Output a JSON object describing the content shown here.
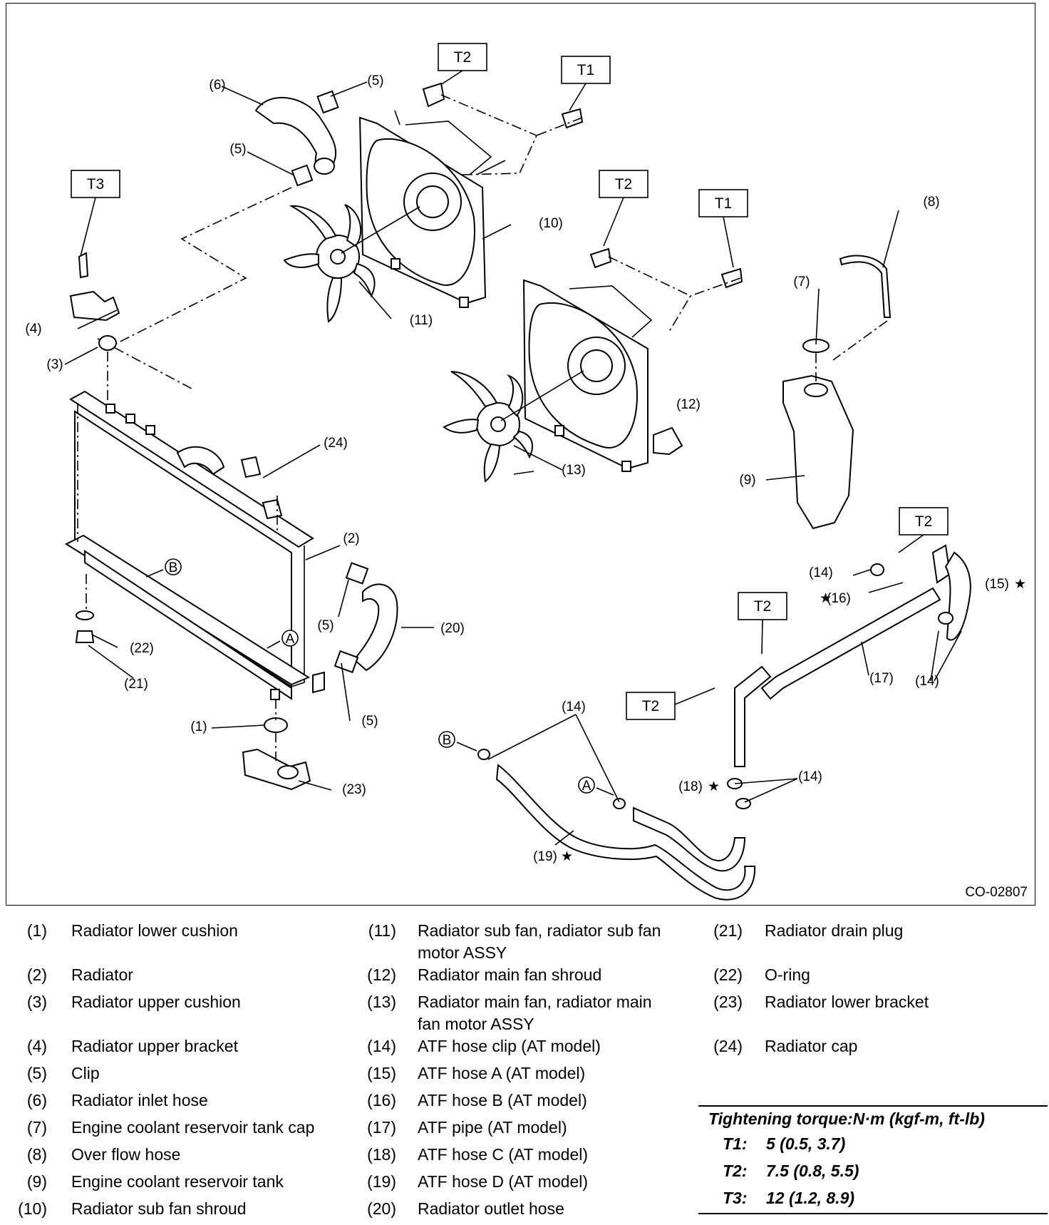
{
  "figure": {
    "code": "CO-02807",
    "torque_tags": {
      "t1": "T1",
      "t2": "T2",
      "t3": "T3"
    },
    "callouts": {
      "c1": "(1)",
      "c2": "(2)",
      "c3": "(3)",
      "c4": "(4)",
      "c5": "(5)",
      "c6": "(6)",
      "c7": "(7)",
      "c8": "(8)",
      "c9": "(9)",
      "c10": "(10)",
      "c11": "(11)",
      "c12": "(12)",
      "c13": "(13)",
      "c14": "(14)",
      "c15": "(15)",
      "c16": "(16)",
      "c17": "(17)",
      "c18": "(18)",
      "c19": "(19)",
      "c20": "(20)",
      "c21": "(21)",
      "c22": "(22)",
      "c23": "(23)",
      "c24": "(24)"
    },
    "markers": {
      "a": "A",
      "b": "B",
      "star": "★"
    }
  },
  "legend": {
    "col1": [
      {
        "num": "(1)",
        "text": "Radiator lower cushion"
      },
      {
        "num": "(2)",
        "text": "Radiator"
      },
      {
        "num": "(3)",
        "text": "Radiator upper cushion"
      },
      {
        "num": "(4)",
        "text": "Radiator upper bracket"
      },
      {
        "num": "(5)",
        "text": "Clip"
      },
      {
        "num": "(6)",
        "text": "Radiator inlet hose"
      },
      {
        "num": "(7)",
        "text": "Engine coolant reservoir tank cap"
      },
      {
        "num": "(8)",
        "text": "Over flow hose"
      },
      {
        "num": "(9)",
        "text": "Engine coolant reservoir tank"
      },
      {
        "num": "(10)",
        "text": "Radiator sub fan shroud"
      }
    ],
    "col2": [
      {
        "num": "(11)",
        "text": "Radiator sub fan, radiator sub fan",
        "text2": "motor ASSY"
      },
      {
        "num": "(12)",
        "text": "Radiator main fan shroud"
      },
      {
        "num": "(13)",
        "text": "Radiator main fan, radiator main",
        "text2": "fan motor ASSY"
      },
      {
        "num": "(14)",
        "text": "ATF hose clip (AT model)"
      },
      {
        "num": "(15)",
        "text": "ATF hose A (AT model)"
      },
      {
        "num": "(16)",
        "text": "ATF hose B (AT model)"
      },
      {
        "num": "(17)",
        "text": "ATF pipe (AT model)"
      },
      {
        "num": "(18)",
        "text": "ATF hose C (AT model)"
      },
      {
        "num": "(19)",
        "text": "ATF hose D (AT model)"
      },
      {
        "num": "(20)",
        "text": "Radiator outlet hose"
      }
    ],
    "col3": [
      {
        "num": "(21)",
        "text": "Radiator drain plug"
      },
      {
        "num": "(22)",
        "text": "O-ring"
      },
      {
        "num": "(23)",
        "text": "Radiator lower bracket"
      },
      {
        "num": "(24)",
        "text": "Radiator cap"
      }
    ]
  },
  "torque": {
    "header": "Tightening torque:N·m (kgf-m, ft-lb)",
    "rows": [
      {
        "key": "T1:",
        "value": "5 (0.5, 3.7)"
      },
      {
        "key": "T2:",
        "value": "7.5 (0.8, 5.5)"
      },
      {
        "key": "T3:",
        "value": "12 (1.2, 8.9)"
      }
    ]
  }
}
